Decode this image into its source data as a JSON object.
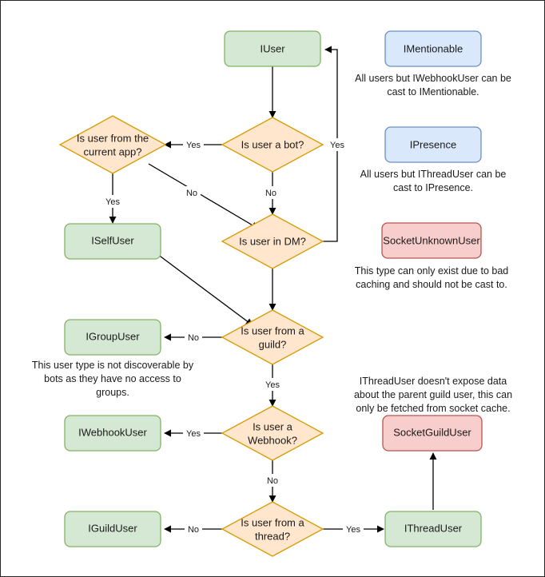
{
  "diagram": {
    "title": "Discord.Net user type resolution flowchart",
    "background": "#ffffff",
    "frame_border": "#262626",
    "palette": {
      "green_fill": "#d5e8d4",
      "green_stroke": "#82b366",
      "orange_fill": "#ffe6cc",
      "orange_stroke": "#d79b00",
      "blue_fill": "#dae8fc",
      "blue_stroke": "#6c8ebf",
      "red_fill": "#f8cecc",
      "red_stroke": "#b85450",
      "edge": "#000000",
      "text": "#1a1a1a"
    }
  },
  "nodes": {
    "iuser": "IUser",
    "is_user_a_bot": "Is user a bot?",
    "is_user_from_current_app": "Is user from the\ncurrent app?",
    "is_user_from_current_app_line1": "Is user from the",
    "is_user_from_current_app_line2": "current app?",
    "iselfuser": "ISelfUser",
    "is_user_in_dm": "Is user in DM?",
    "igroupuser": "IGroupUser",
    "is_user_from_a_guild_line1": "Is user from a",
    "is_user_from_a_guild_line2": "guild?",
    "iwebhookuser": "IWebhookUser",
    "is_user_a_webhook_line1": "Is user a",
    "is_user_a_webhook_line2": "Webhook?",
    "iguilduser": "IGuildUser",
    "is_user_from_a_thread_line1": "Is user from a",
    "is_user_from_a_thread_line2": "thread?",
    "ithreaduser": "IThreadUser",
    "imentionable": "IMentionable",
    "ipresence": "IPresence",
    "socketunknownuser": "SocketUnknownUser",
    "socketguilduser": "SocketGuildUser"
  },
  "edge_labels": {
    "bot_yes": "Yes",
    "bot_no": "No",
    "bot_right_yes": "Yes",
    "app_yes": "Yes",
    "app_no": "No",
    "guild_no": "No",
    "guild_yes": "Yes",
    "webhook_yes": "Yes",
    "webhook_no": "No",
    "thread_no": "No",
    "thread_yes": "Yes"
  },
  "notes": {
    "imentionable": [
      "All users but IWebhookUser can be",
      "cast to IMentionable."
    ],
    "ipresence": [
      "All users but IThreadUser can be",
      "cast to IPresence."
    ],
    "socketunknownuser": [
      "This type can only exist due to bad",
      "caching and should not be cast to."
    ],
    "igroupuser": [
      "This user type is not discoverable by",
      "bots as they have no access to",
      "groups."
    ],
    "socketguilduser": [
      "IThreadUser doesn't expose data",
      "about the parent guild user, this can",
      "only be fetched from socket cache."
    ]
  }
}
